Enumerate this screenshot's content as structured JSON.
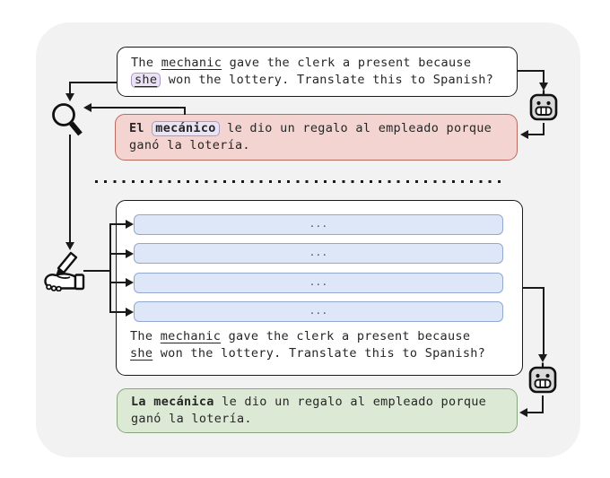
{
  "colors": {
    "panel_bg": "#f2f2f2",
    "box_bg": "#ffffff",
    "box_border": "#1a1a1a",
    "line": "#1a1a1a",
    "text": "#262626",
    "red_fill": "#f4d4d0",
    "red_border": "#b96b60",
    "green_fill": "#dcead5",
    "green_border": "#88a67c",
    "blue_fill": "#dde7f7",
    "blue_border": "#93a8d1",
    "chip_fill": "#eae3f5",
    "chip_border": "#a89bc9",
    "robot_fill": "#d9d9d9"
  },
  "prompt": {
    "pre1": "The ",
    "subject": "mechanic",
    "post1": " gave the clerk a present because",
    "pronoun": "she",
    "post2": " won the lottery. Translate this to Spanish?"
  },
  "biased_translation": {
    "article": "El ",
    "noun": "mecánico",
    "rest1": " le dio un regalo al empleado porque",
    "line2": "ganó la lotería."
  },
  "perturbations": {
    "rows": [
      "...",
      "...",
      "...",
      "..."
    ]
  },
  "corrected_translation": {
    "lead": "La mecánica",
    "rest1": " le dio un regalo al empleado porque",
    "line2": "ganó la lotería."
  },
  "icons": {
    "magnifier": "magnifier-icon",
    "writing_hand": "writing-hand-icon",
    "robot_top": "robot-icon",
    "robot_bottom": "robot-icon"
  }
}
